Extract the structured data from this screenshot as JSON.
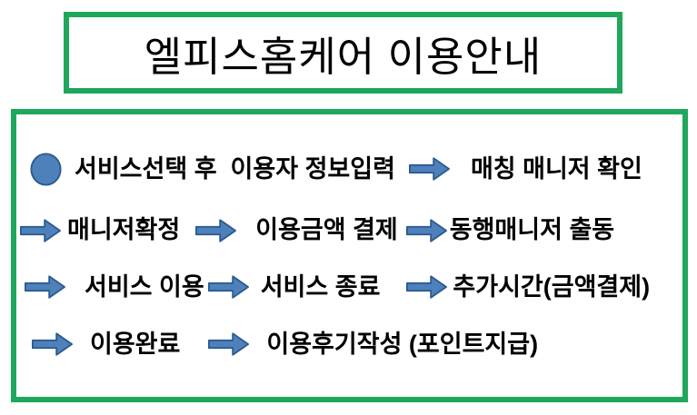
{
  "title": "엘피스홈케어 이용안내",
  "colors": {
    "box-border": "#1FA75C",
    "arrow-fill": "#4E80BC",
    "arrow-stroke": "#2C5B8E",
    "text": "#000000",
    "bg": "#FFFFFF"
  },
  "icons": {
    "bullet": "circle-bullet",
    "arrow": "block-arrow-right"
  },
  "flow": {
    "rows": [
      {
        "steps": [
          "서비스선택 후  이용자 정보입력",
          "매칭 매니저 확인"
        ]
      },
      {
        "steps": [
          "매니저확정",
          "이용금액 결제",
          "동행매니저 출동"
        ]
      },
      {
        "steps": [
          "서비스 이용",
          "서비스 종료",
          "추가시간(금액결제)"
        ]
      },
      {
        "steps": [
          "이용완료",
          "이용후기작성 (포인트지급)"
        ]
      }
    ]
  }
}
